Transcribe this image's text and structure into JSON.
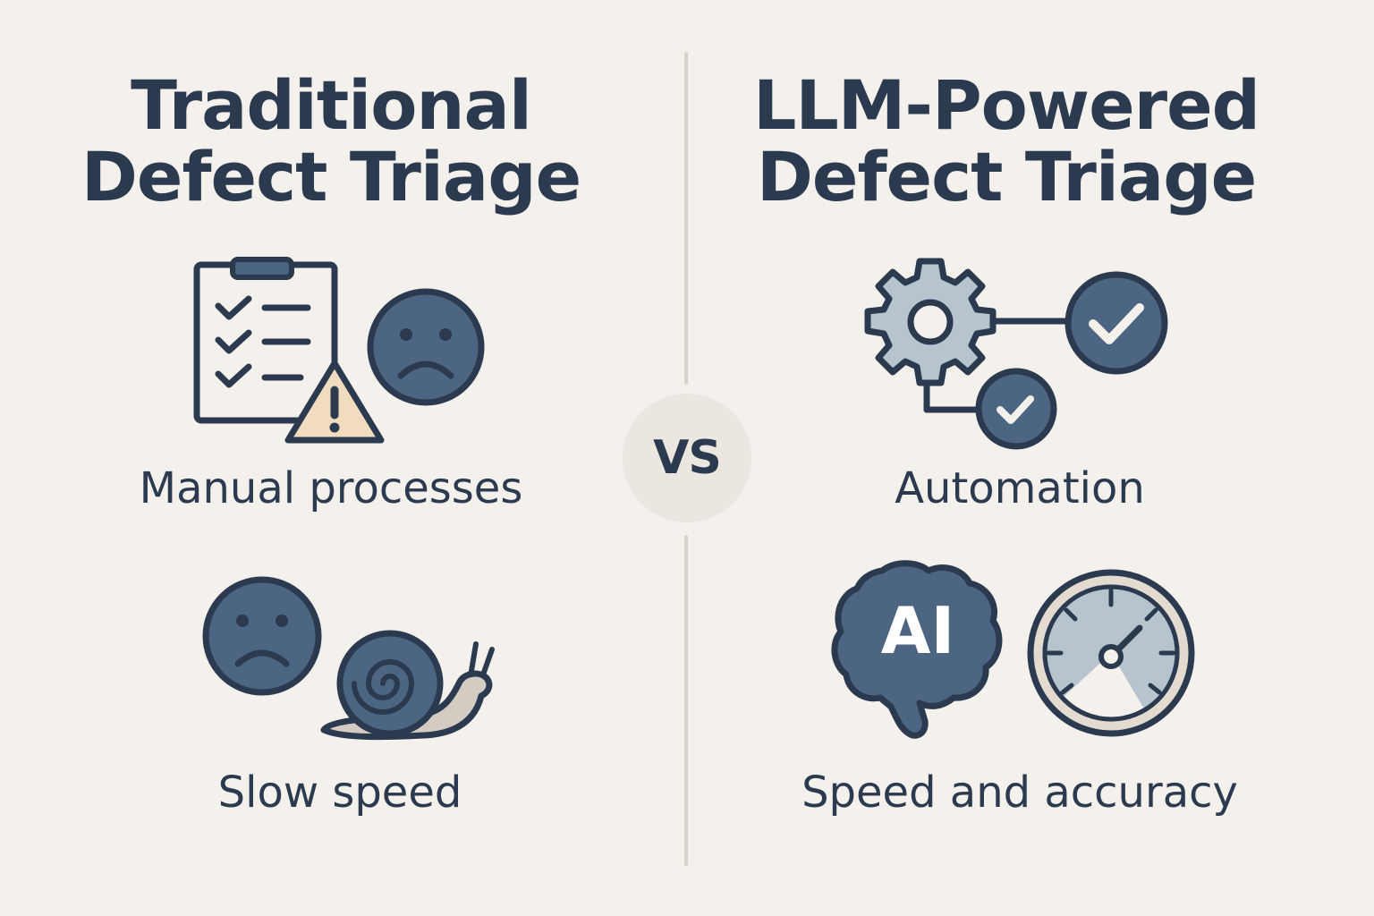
{
  "left": {
    "title_line1": "Traditional",
    "title_line2": "Defect Triage",
    "caption_top": "Manual processes",
    "caption_bottom": "Slow speed"
  },
  "right": {
    "title_line1": "LLM-Powered",
    "title_line2": "Defect Triage",
    "caption_top": "Automation",
    "caption_bottom": "Speed and accuracy",
    "brain_label": "AI"
  },
  "vs_label": "VS",
  "colors": {
    "background": "#f4f0eb",
    "ink": "#2b3a4e",
    "slate_blue": "#4c6582",
    "light_gray_blue": "#b7c3cd",
    "warning_peach": "#f2dcc0",
    "snail_body": "#d4ccc2",
    "divider": "#d8d2ca",
    "vs_circle": "#ebe6e0"
  },
  "icons": {
    "manual": [
      "clipboard-checklist-icon",
      "warning-triangle-icon",
      "sad-face-icon"
    ],
    "slow": [
      "sad-face-icon",
      "snail-icon"
    ],
    "automation": [
      "gear-icon",
      "check-circle-icon"
    ],
    "speed": [
      "ai-brain-icon",
      "speedometer-icon"
    ]
  }
}
